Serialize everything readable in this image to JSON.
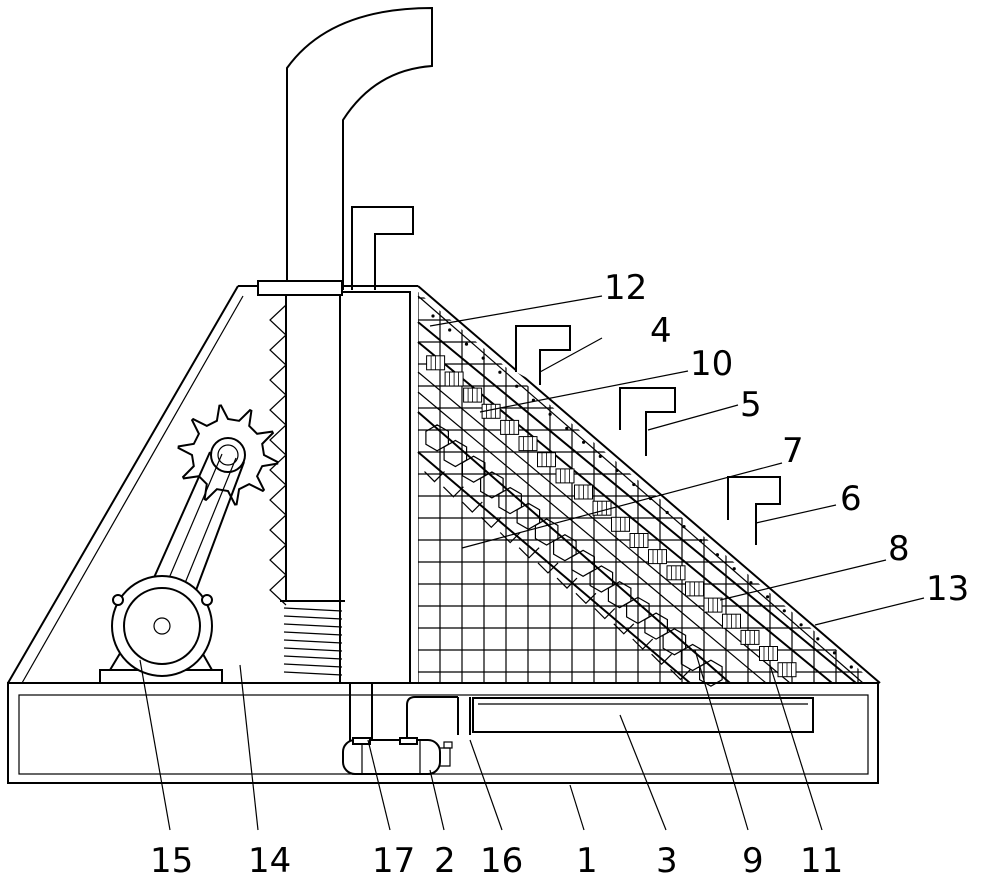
{
  "figure": {
    "type": "mechanical patent drawing",
    "line_color": "#000000",
    "background": "#ffffff"
  },
  "labels": {
    "l1": "1",
    "l2": "2",
    "l3": "3",
    "l4": "4",
    "l5": "5",
    "l6": "6",
    "l7": "7",
    "l8": "8",
    "l9": "9",
    "l10": "10",
    "l11": "11",
    "l12": "12",
    "l13": "13",
    "l14": "14",
    "l15": "15",
    "l16": "16",
    "l17": "17"
  }
}
